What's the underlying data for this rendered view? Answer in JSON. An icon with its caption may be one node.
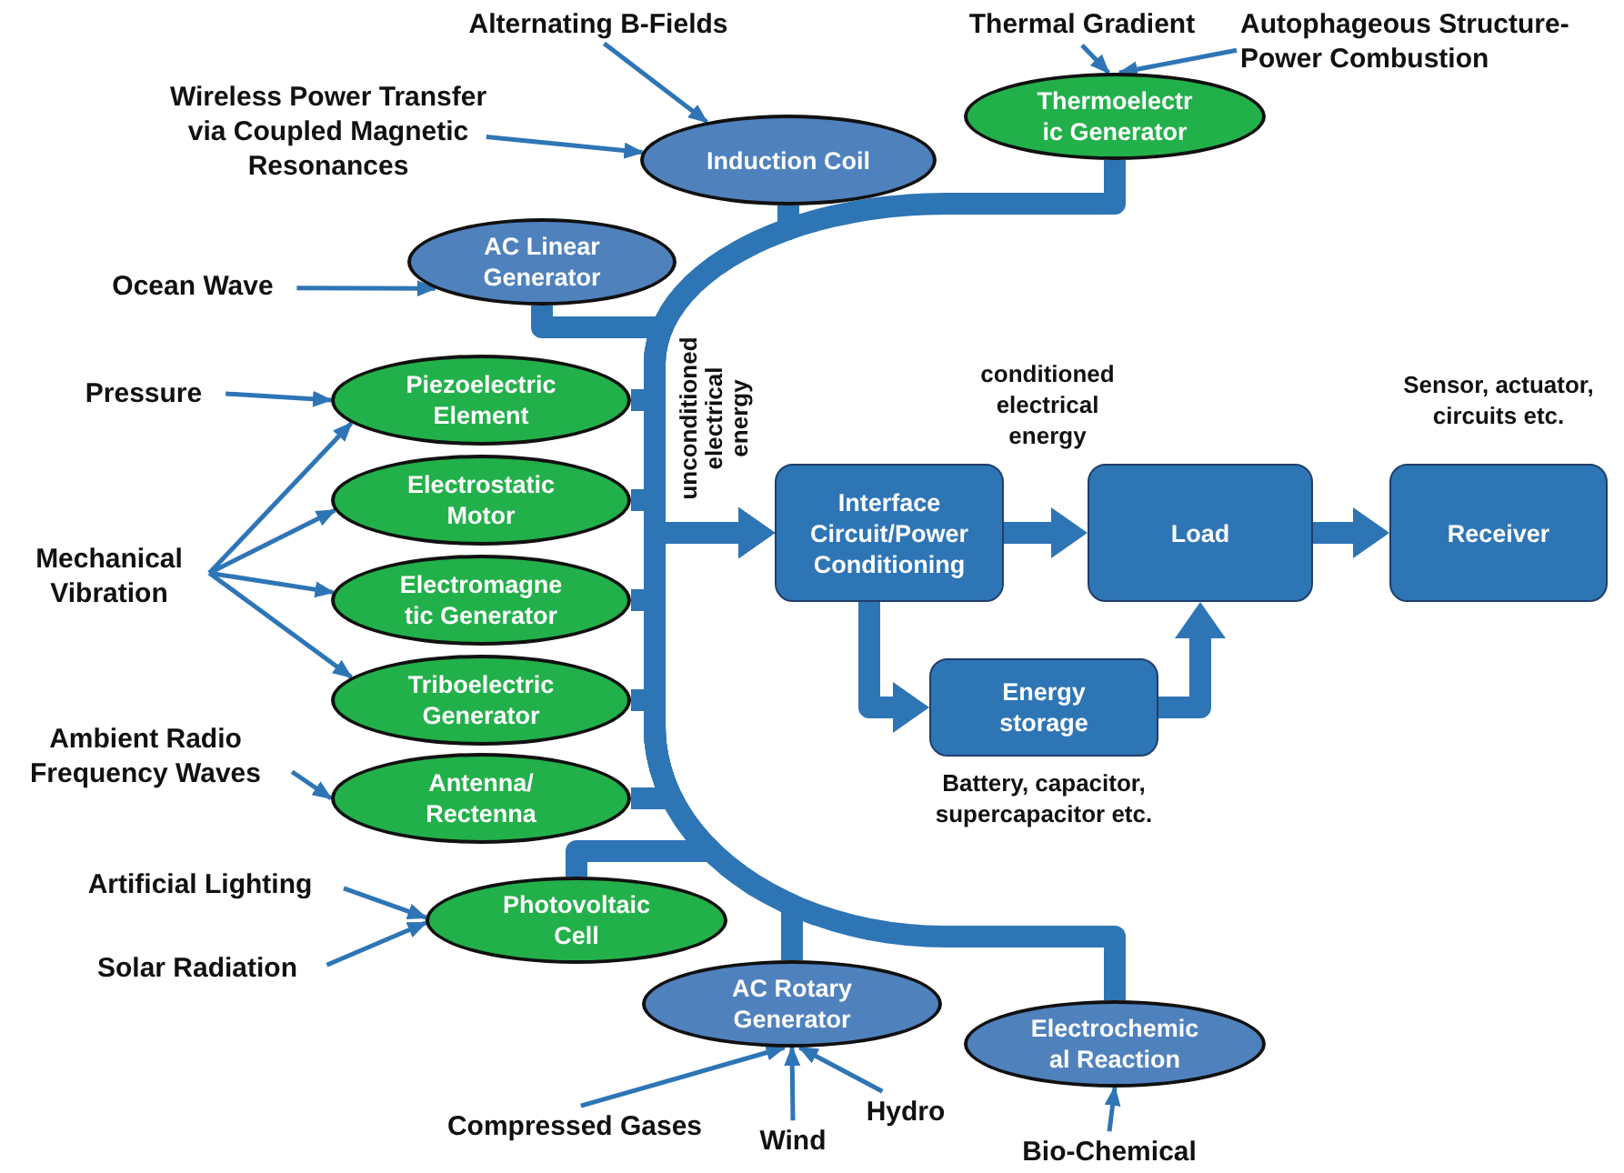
{
  "diagram": {
    "nodes": [
      {
        "text": [
          "Alternating B-Fields"
        ]
      },
      {
        "text": [
          "Wireless Power Transfer via Coupled Magnetic Resonances"
        ]
      },
      {
        "text": [
          "Induction Coil"
        ]
      },
      {
        "text": [
          "Thermal Gradient"
        ]
      },
      {
        "text": [
          "Autophageous Structure-Power Combustion"
        ]
      },
      {
        "text": [
          "Thermoelectr ic Generator"
        ]
      },
      {
        "text": [
          "Ocean Wave"
        ]
      },
      {
        "text": [
          "AC Linear Generator"
        ]
      },
      {
        "text": [
          "Pressure"
        ]
      },
      {
        "text": [
          "Mechanical Vibration"
        ]
      },
      {
        "text": [
          "Piezoelectric Element"
        ]
      },
      {
        "text": [
          "Electrostatic Motor"
        ]
      },
      {
        "text": [
          "Electromagne tic Generator"
        ]
      },
      {
        "text": [
          "Triboelectric Generator"
        ]
      },
      {
        "text": [
          "Ambient Radio Frequency Waves"
        ]
      },
      {
        "text": [
          "Antenna/ Rectenna"
        ]
      },
      {
        "text": [
          "Artificial Lighting"
        ]
      },
      {
        "text": [
          "Solar Radiation"
        ]
      },
      {
        "text": [
          "Photovoltaic Cell"
        ]
      },
      {
        "text": [
          "AC Rotary Generator"
        ]
      },
      {
        "text": [
          "Electrochemic al Reaction"
        ]
      },
      {
        "text": [
          "Compressed Gases"
        ]
      },
      {
        "text": [
          "Wind"
        ]
      },
      {
        "text": [
          "Hydro"
        ]
      },
      {
        "text": [
          "Bio-Chemical"
        ]
      },
      {
        "text": [
          "Interface Circuit/Power Conditioning"
        ]
      },
      {
        "text": [
          "Load"
        ]
      },
      {
        "text": [
          "Receiver"
        ],
        "beside": [
          "Sensor, actuator, circuits etc."
        ]
      },
      {
        "text": [
          "Energy storage"
        ],
        "beside": [
          "Battery, capacitor, supercapacitor etc."
        ]
      }
    ],
    "edges": [
      {
        "from": 0,
        "to": 2,
        "arrow": "to"
      },
      {
        "from": 1,
        "to": 2,
        "arrow": "to"
      },
      {
        "from": 3,
        "to": 5,
        "arrow": "to"
      },
      {
        "from": 4,
        "to": 5,
        "arrow": "to"
      },
      {
        "from": 6,
        "to": 7,
        "arrow": "to"
      },
      {
        "from": 8,
        "to": 10,
        "arrow": "to"
      },
      {
        "from": 9,
        "to": 10,
        "arrow": "to"
      },
      {
        "from": 9,
        "to": 11,
        "arrow": "to"
      },
      {
        "from": 9,
        "to": 12,
        "arrow": "to"
      },
      {
        "from": 9,
        "to": 13,
        "arrow": "to"
      },
      {
        "from": 14,
        "to": 15,
        "arrow": "to"
      },
      {
        "from": 16,
        "to": 18,
        "arrow": "to"
      },
      {
        "from": 17,
        "to": 18,
        "arrow": "to"
      },
      {
        "from": 21,
        "to": 19,
        "arrow": "to"
      },
      {
        "from": 22,
        "to": 19,
        "arrow": "to"
      },
      {
        "from": 23,
        "to": 19,
        "arrow": "to"
      },
      {
        "from": 24,
        "to": 20,
        "arrow": "to"
      },
      {
        "from": 2,
        "to": 25,
        "arrow": "to",
        "style": "thick"
      },
      {
        "from": 5,
        "to": 25,
        "arrow": "to",
        "style": "thick"
      },
      {
        "from": 7,
        "to": 25,
        "arrow": "to",
        "style": "thick"
      },
      {
        "from": 10,
        "to": 25,
        "arrow": "to",
        "style": "thick"
      },
      {
        "from": 11,
        "to": 25,
        "arrow": "to",
        "style": "thick"
      },
      {
        "from": 12,
        "to": 25,
        "arrow": "to",
        "style": "thick"
      },
      {
        "from": 13,
        "to": 25,
        "arrow": "to",
        "style": "thick"
      },
      {
        "from": 15,
        "to": 25,
        "arrow": "to",
        "style": "thick"
      },
      {
        "from": 18,
        "to": 25,
        "arrow": "to",
        "style": "thick"
      },
      {
        "from": 19,
        "to": 25,
        "arrow": "to",
        "style": "thick"
      },
      {
        "from": 20,
        "to": 25,
        "arrow": "to",
        "style": "thick"
      },
      {
        "from": 25,
        "to": 26,
        "arrow": "to",
        "style": "thick",
        "label": "conditioned electrical energy"
      },
      {
        "from": 26,
        "to": 27,
        "arrow": "to",
        "style": "thick"
      },
      {
        "from": 25,
        "to": 28,
        "arrow": "to",
        "style": "thick"
      },
      {
        "from": 28,
        "to": 26,
        "arrow": "to",
        "style": "thick"
      }
    ],
    "labels": [
      "unconditioned electrical energy"
    ]
  }
}
